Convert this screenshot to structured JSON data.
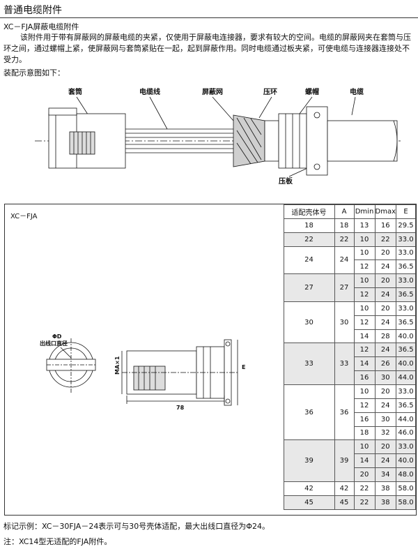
{
  "page": {
    "title": "普通电缆附件",
    "subtitle": "XC－FJA屏蔽电缆附件",
    "description": "该附件用于带有屏蔽网的屏蔽电缆的夹紧，仅使用于屏蔽电连接器，要求有较大的空间。电缆的屏蔽网夹在套筒与压环之间，通过螺帽上紧，使屏蔽网与套筒紧贴在一起，起到屏蔽作用。同时电缆通过板夹紧，可使电缆与连接器连接处不受力。",
    "assembly_caption": "装配示意图如下："
  },
  "assembly_labels": {
    "sleeve": "套筒",
    "wire": "电缆线",
    "shield": "屏蔽网",
    "ring": "压环",
    "nut": "螺帽",
    "cable": "电缆",
    "plate": "压板"
  },
  "drawing": {
    "panel_label": "XC－FJA",
    "phi_d": "ΦD",
    "outlet": "出线口直径",
    "amax": "MA×1",
    "e": "E",
    "length": "78"
  },
  "table": {
    "headers": [
      "适配壳体号",
      "A",
      "Dmin",
      "Dmax",
      "E"
    ],
    "groups": [
      {
        "shell": "18",
        "a": "18",
        "rows": [
          [
            "13",
            "16",
            "29.5"
          ]
        ]
      },
      {
        "shell": "22",
        "a": "22",
        "rows": [
          [
            "10",
            "22",
            "33.0"
          ]
        ]
      },
      {
        "shell": "24",
        "a": "24",
        "rows": [
          [
            "10",
            "20",
            "33.0"
          ],
          [
            "12",
            "24",
            "36.5"
          ]
        ]
      },
      {
        "shell": "27",
        "a": "27",
        "rows": [
          [
            "10",
            "20",
            "33.0"
          ],
          [
            "12",
            "24",
            "36.5"
          ]
        ]
      },
      {
        "shell": "30",
        "a": "30",
        "rows": [
          [
            "10",
            "20",
            "33.0"
          ],
          [
            "12",
            "24",
            "36.5"
          ],
          [
            "14",
            "28",
            "40.0"
          ]
        ]
      },
      {
        "shell": "33",
        "a": "33",
        "rows": [
          [
            "12",
            "24",
            "36.5"
          ],
          [
            "14",
            "26",
            "40.0"
          ],
          [
            "16",
            "30",
            "44.0"
          ]
        ]
      },
      {
        "shell": "36",
        "a": "36",
        "rows": [
          [
            "10",
            "20",
            "33.0"
          ],
          [
            "12",
            "24",
            "36.5"
          ],
          [
            "16",
            "30",
            "44.0"
          ],
          [
            "18",
            "32",
            "46.0"
          ]
        ]
      },
      {
        "shell": "39",
        "a": "39",
        "rows": [
          [
            "10",
            "20",
            "33.0"
          ],
          [
            "14",
            "24",
            "40.0"
          ],
          [
            "20",
            "34",
            "48.0"
          ]
        ]
      },
      {
        "shell": "42",
        "a": "42",
        "rows": [
          [
            "22",
            "38",
            "58.0"
          ]
        ]
      },
      {
        "shell": "45",
        "a": "45",
        "rows": [
          [
            "22",
            "38",
            "58.0"
          ]
        ]
      }
    ]
  },
  "notes": {
    "example": "标记示例：XC－30FJA－24表示可与30号壳体适配，最大出线口直径为Φ24。",
    "note": "注：XC14型无适配的FJA附件。"
  }
}
